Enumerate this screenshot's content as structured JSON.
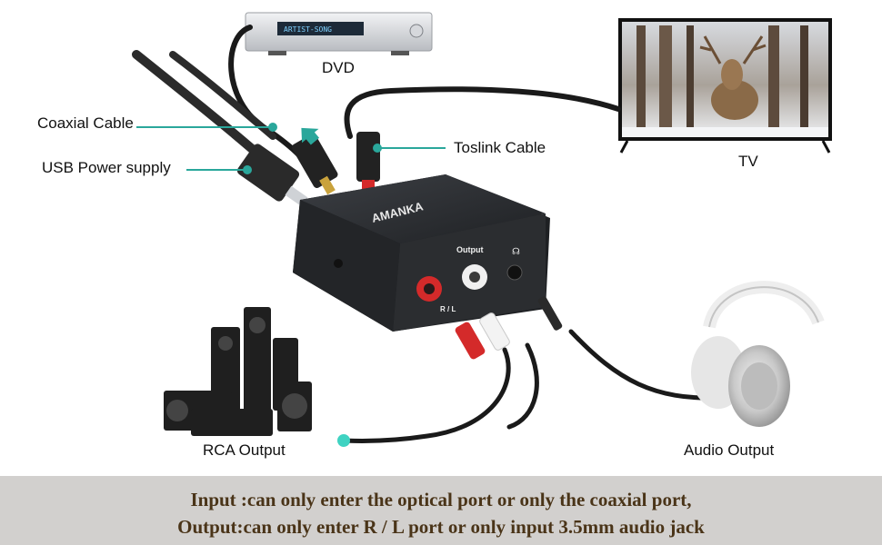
{
  "labels": {
    "dvd": "DVD",
    "tv": "TV",
    "coaxial": "Coaxial Cable",
    "usb": "USB Power supply",
    "toslink": "Toslink Cable",
    "rca_output": "RCA Output",
    "audio_output": "Audio Output"
  },
  "device": {
    "brand": "AMANKA",
    "output_label": "Output",
    "rl_label": "R / L",
    "dvd_display": "ARTIST-SONG"
  },
  "banner": {
    "line1": "Input :can only enter the optical port or only the coaxial port,",
    "line2": "Output:can only enter R / L port or only input 3.5mm audio jack"
  },
  "colors": {
    "callout": "#2aa79b",
    "banner_bg": "#d2d0ce",
    "banner_text": "#4a3418",
    "device_body": "#2b2d30",
    "rca_red": "#d42a2a"
  }
}
